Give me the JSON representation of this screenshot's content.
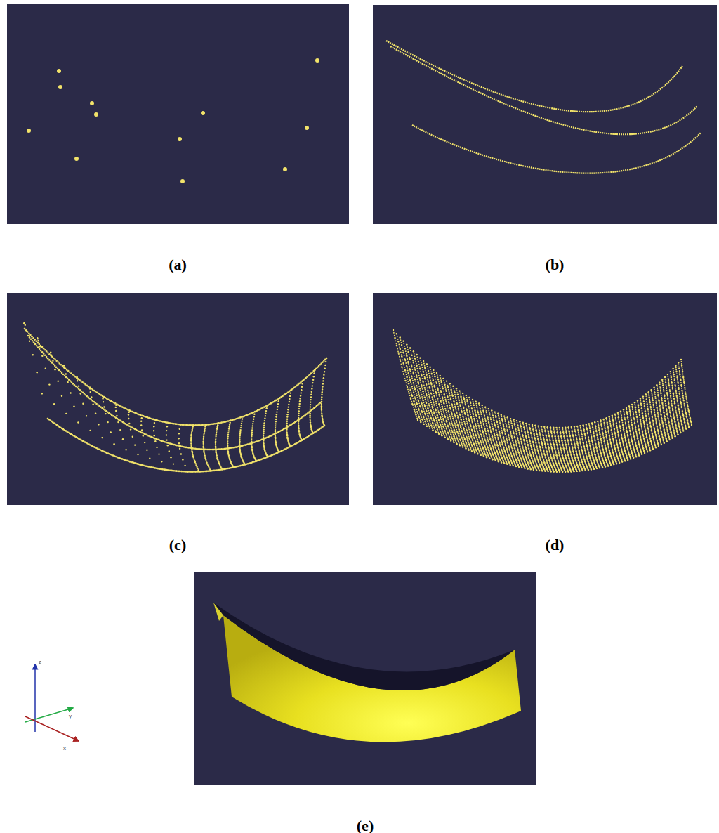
{
  "diagram": {
    "labels": [
      "(a)",
      "(b)",
      "(c)",
      "(d)",
      "(e)",
      "z",
      "y",
      "x"
    ]
  }
}
